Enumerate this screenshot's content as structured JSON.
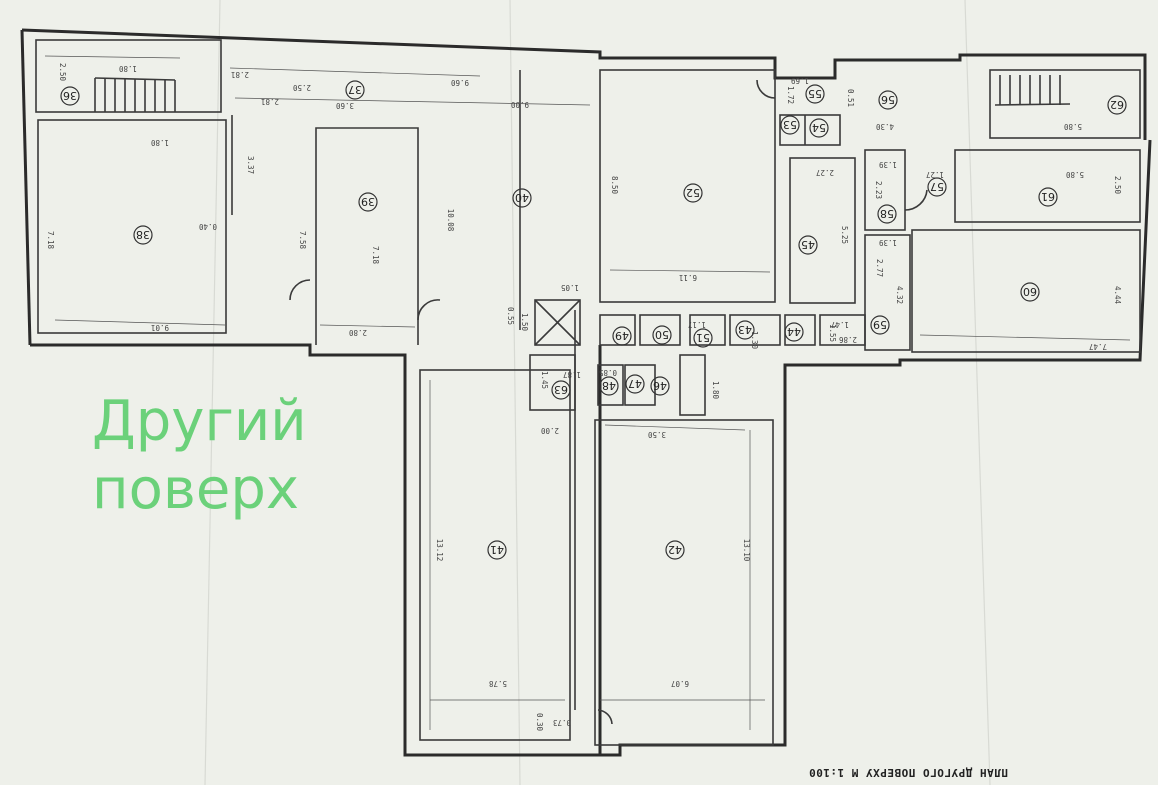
{
  "overlay": {
    "line1": "Другий",
    "line2": "поверх"
  },
  "title": "ПЛАН ДРУГОГО ПОВЕРХУ М 1:100",
  "rooms": [
    "36",
    "37",
    "38",
    "39",
    "40",
    "41",
    "42",
    "43",
    "44",
    "45",
    "46",
    "47",
    "48",
    "49",
    "50",
    "51",
    "52",
    "53",
    "54",
    "55",
    "56",
    "57",
    "58",
    "59",
    "60",
    "61",
    "62",
    "63"
  ],
  "dimensions": [
    "2.50",
    "1.80",
    "2.81",
    "2.81",
    "2.50",
    "3.60",
    "9.60",
    "9.00",
    "1.80",
    "3.37",
    "0.40",
    "7.18",
    "7.58",
    "10.08",
    "7.18",
    "9.01",
    "2.80",
    "8.50",
    "6.11",
    "1.69",
    "1.72",
    "0.51",
    "4.30",
    "5.80",
    "5.80",
    "2.50",
    "2.27",
    "5.25",
    "1.39",
    "2.23",
    "1.27",
    "1.39",
    "2.77",
    "4.32",
    "4.44",
    "7.47",
    "2.86",
    "1.47",
    "1.55",
    "1.05",
    "0.55",
    "1.50",
    "1.87",
    "1.45",
    "0.85",
    "2.00",
    "3.50",
    "1.80",
    "13.12",
    "13.10",
    "5.78",
    "6.07",
    "0.73",
    "0.30",
    "1.30",
    "1.17"
  ],
  "colors": {
    "overlay_text": "#6bd17a",
    "paper": "#eef0ea",
    "wall": "#2b2b2b"
  }
}
